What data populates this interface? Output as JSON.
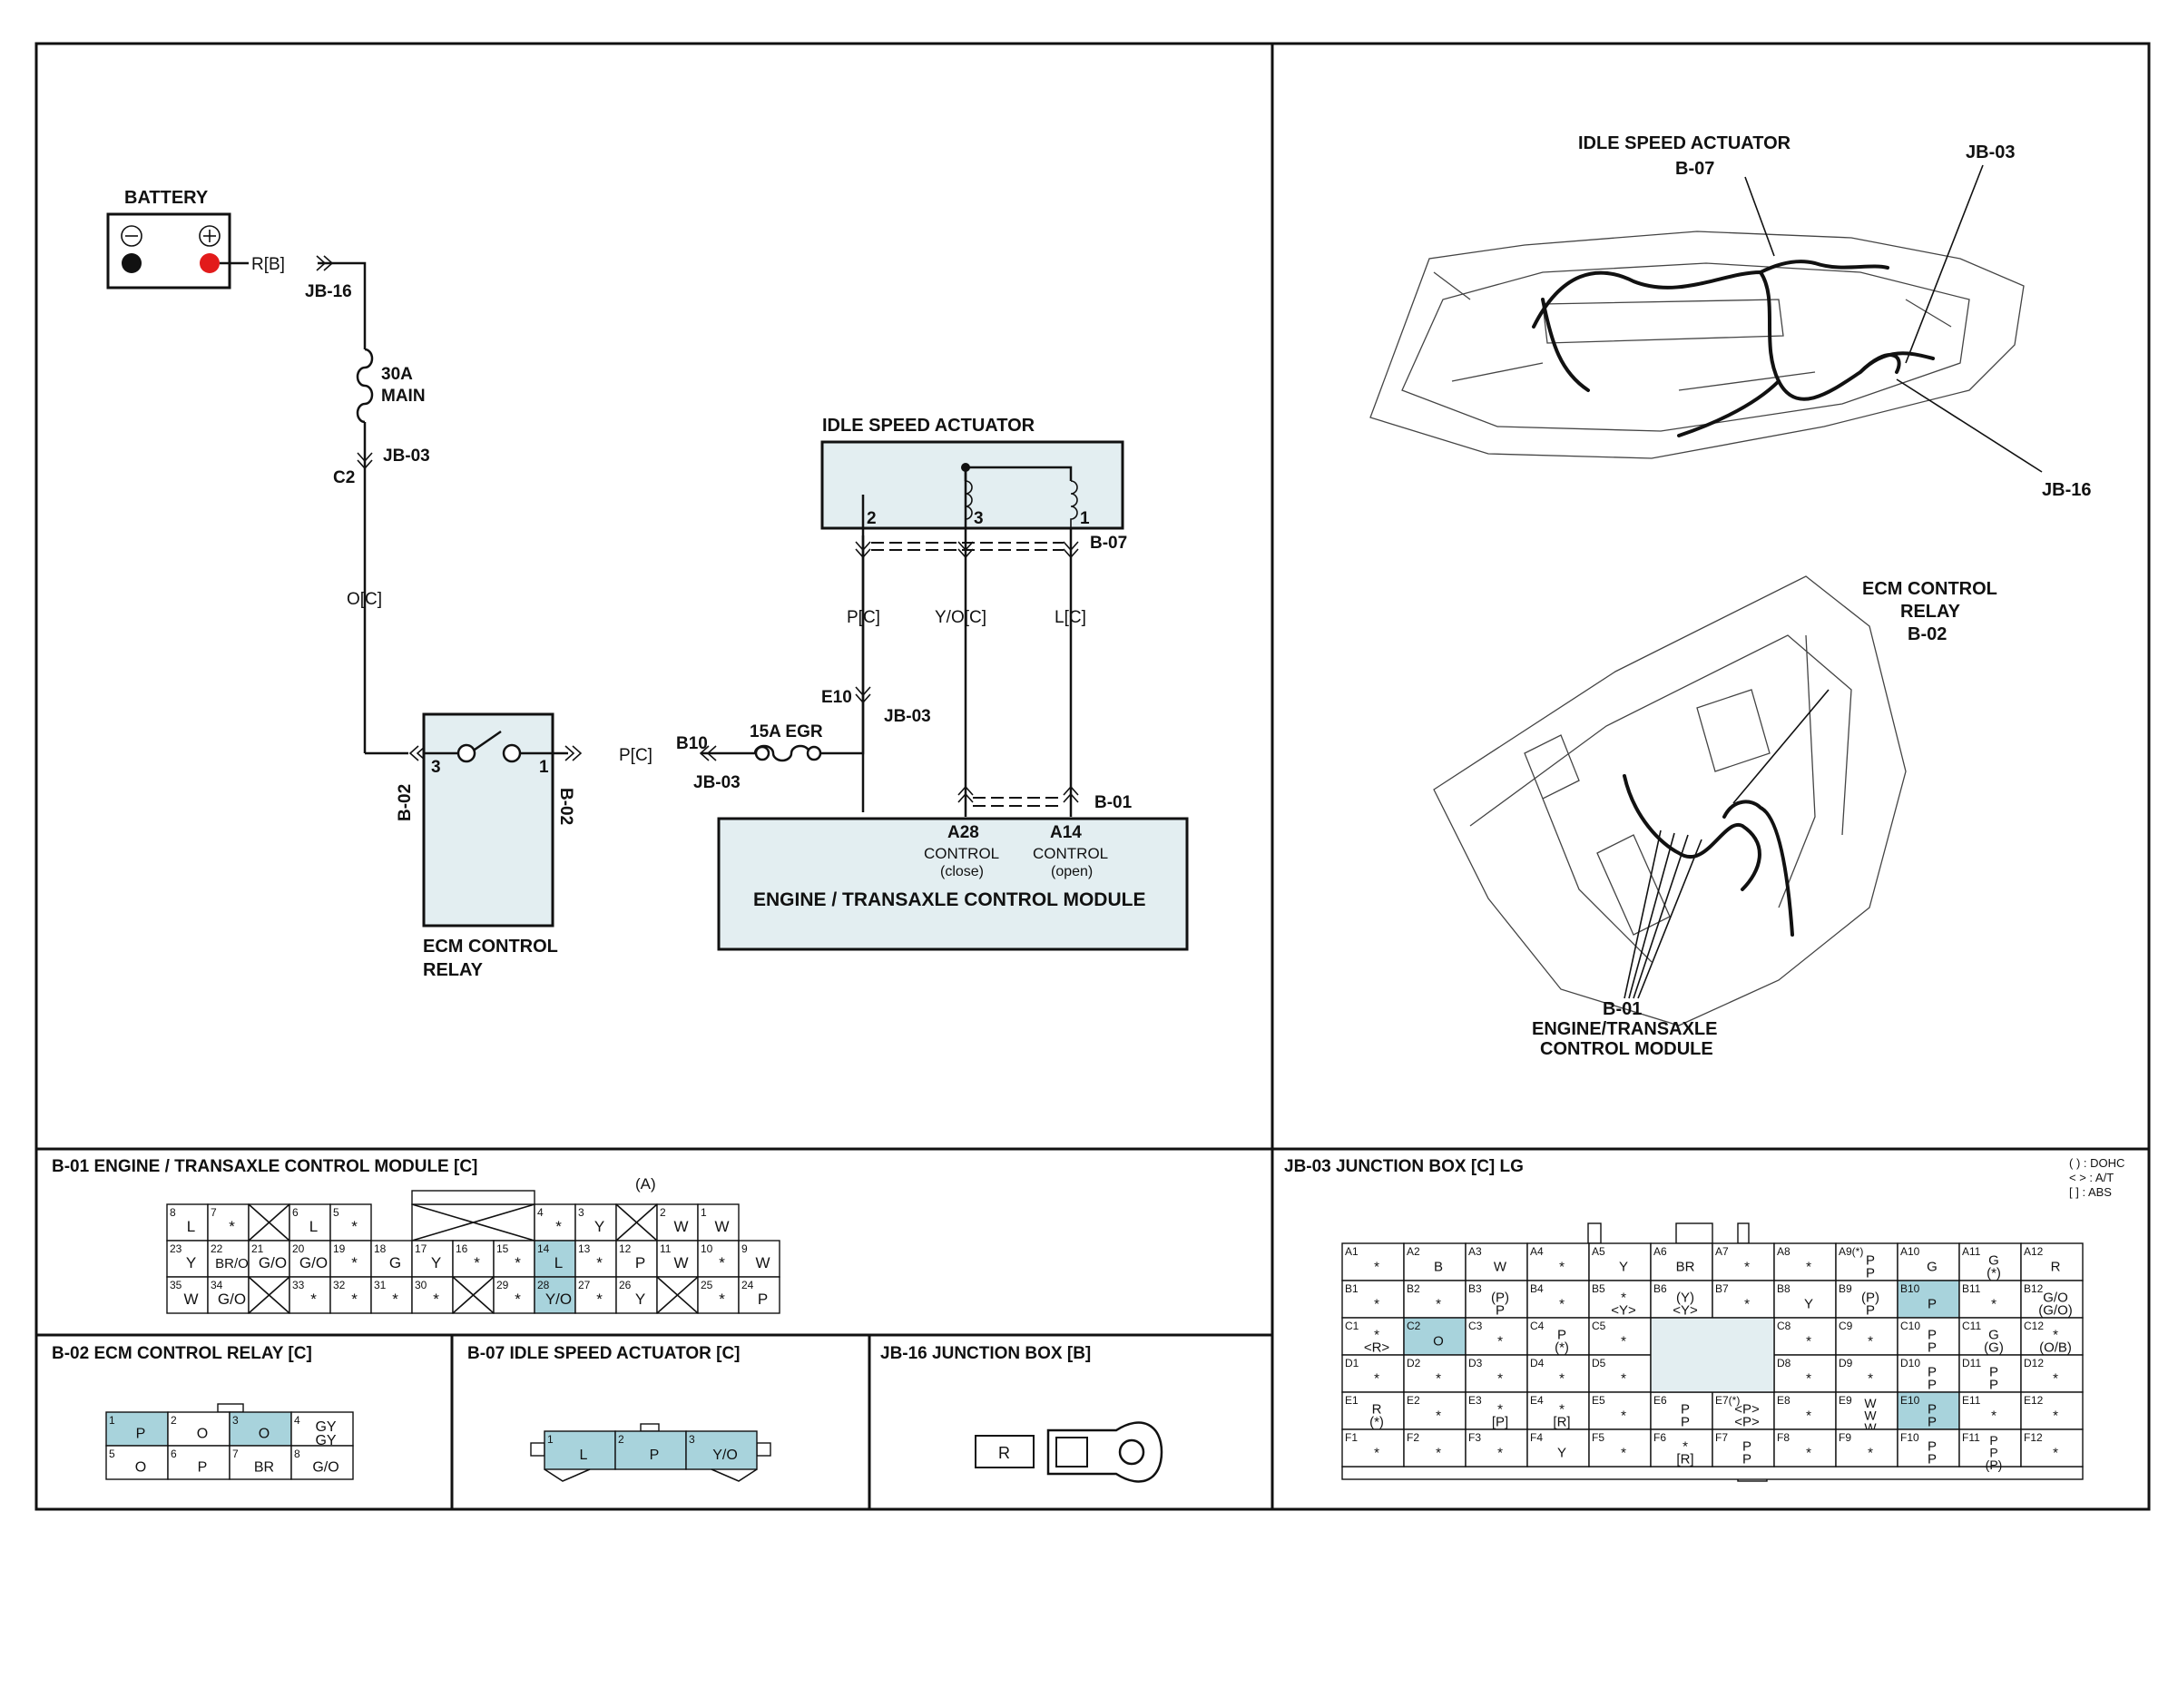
{
  "schematic": {
    "battery_label": "BATTERY",
    "battery_wire": "R[B]",
    "jb16": "JB-16",
    "fuse_main_a": "30A",
    "fuse_main_b": "MAIN",
    "jb03": "JB-03",
    "c2": "C2",
    "wire_oc": "O[C]",
    "relay_b02_left": "B-02",
    "relay_b02_right": "B-02",
    "relay_pin3": "3",
    "relay_pin1": "1",
    "relay_name_1": "ECM CONTROL",
    "relay_name_2": "RELAY",
    "wire_pc": "P[C]",
    "b10": "B10",
    "jb03_b": "JB-03",
    "fuse_egr": "15A EGR",
    "e10": "E10",
    "jb03_c": "JB-03",
    "isa_title": "IDLE SPEED ACTUATOR",
    "isa_pin2": "2",
    "isa_pin3": "3",
    "isa_pin1": "1",
    "b07": "B-07",
    "wire_p": "P[C]",
    "wire_yo": "Y/O[C]",
    "wire_l": "L[C]",
    "b01": "B-01",
    "ecm_pin_a28": "A28",
    "ecm_ctrl_a": "CONTROL",
    "ecm_close": "(close)",
    "ecm_pin_a14": "A14",
    "ecm_ctrl_b": "CONTROL",
    "ecm_open": "(open)",
    "ecm_title": "ENGINE / TRANSAXLE CONTROL MODULE"
  },
  "locations": {
    "isa_1": "IDLE SPEED ACTUATOR",
    "isa_2": "B-07",
    "jb03": "JB-03",
    "jb16": "JB-16",
    "relay_1": "ECM CONTROL",
    "relay_2": "RELAY",
    "relay_3": "B-02",
    "ecm_1": "B-01",
    "ecm_2": "ENGINE/TRANSAXLE",
    "ecm_3": "CONTROL MODULE"
  },
  "b01": {
    "title": "B-01 ENGINE / TRANSAXLE CONTROL MODULE [C]",
    "group": "(A)",
    "rows": [
      [
        [
          "8",
          "L"
        ],
        [
          "7",
          "*"
        ],
        [
          "X",
          ""
        ],
        [
          "6",
          "L"
        ],
        [
          "5",
          "*"
        ],
        [
          "",
          ""
        ],
        [
          "X",
          ""
        ],
        [
          "X",
          ""
        ],
        [
          "",
          ""
        ],
        [
          "4",
          "*"
        ],
        [
          "3",
          "Y"
        ],
        [
          "X",
          ""
        ],
        [
          "2",
          "W"
        ],
        [
          "1",
          "W"
        ]
      ],
      [
        [
          "23",
          "Y"
        ],
        [
          "22",
          "BR/O"
        ],
        [
          "21",
          "G/O"
        ],
        [
          "20",
          "G/O"
        ],
        [
          "19",
          "*"
        ],
        [
          "18",
          "G"
        ],
        [
          "17",
          "Y"
        ],
        [
          "16",
          "*"
        ],
        [
          "15",
          "*"
        ],
        [
          "14",
          "L"
        ],
        [
          "13",
          "*"
        ],
        [
          "12",
          "P"
        ],
        [
          "11",
          "W"
        ],
        [
          "10",
          "*"
        ],
        [
          "9",
          "W"
        ]
      ],
      [
        [
          "35",
          "W"
        ],
        [
          "34",
          "G/O"
        ],
        [
          "X",
          ""
        ],
        [
          "33",
          "*"
        ],
        [
          "32",
          "*"
        ],
        [
          "31",
          "*"
        ],
        [
          "30",
          "*"
        ],
        [
          "X",
          ""
        ],
        [
          "29",
          "*"
        ],
        [
          "28",
          "Y/O"
        ],
        [
          "27",
          "*"
        ],
        [
          "26",
          "Y"
        ],
        [
          "X",
          ""
        ],
        [
          "25",
          "*"
        ],
        [
          "24",
          "P"
        ]
      ]
    ]
  },
  "b02": {
    "title": "B-02 ECM CONTROL RELAY [C]",
    "pins": [
      [
        "1",
        "P"
      ],
      [
        "2",
        "O"
      ],
      [
        "3",
        "O"
      ],
      [
        "4",
        "GY GY"
      ],
      [
        "5",
        "O"
      ],
      [
        "6",
        "P"
      ],
      [
        "7",
        "BR"
      ],
      [
        "8",
        "G/O"
      ]
    ]
  },
  "b07": {
    "title": "B-07 IDLE SPEED ACTUATOR [C]",
    "pins": [
      [
        "1",
        "L"
      ],
      [
        "2",
        "P"
      ],
      [
        "3",
        "Y/O"
      ]
    ]
  },
  "jb16": {
    "title": "JB-16 JUNCTION BOX [B]",
    "terminal": "R"
  },
  "jb03": {
    "title": "JB-03 JUNCTION BOX [C] LG",
    "legend_1": "(     ) : DOHC",
    "legend_2": "<     > : A/T",
    "legend_3": "[     ] : ABS",
    "rows": [
      [
        [
          "A1",
          "*"
        ],
        [
          "A2",
          "B"
        ],
        [
          "A3",
          "W"
        ],
        [
          "A4",
          "*"
        ],
        [
          "A5",
          "Y"
        ],
        [
          "A6",
          "BR"
        ],
        [
          "A7",
          "*"
        ],
        [
          "A8",
          "*"
        ],
        [
          "A9(*)",
          "P P"
        ],
        [
          "A10",
          "G"
        ],
        [
          "A11",
          "G (*)"
        ],
        [
          "A12",
          "R"
        ]
      ],
      [
        [
          "B1",
          "*"
        ],
        [
          "B2",
          "*"
        ],
        [
          "B3",
          "(P) P"
        ],
        [
          "B4",
          "*"
        ],
        [
          "B5",
          "* <Y>"
        ],
        [
          "B6",
          "(Y) <Y>"
        ],
        [
          "B7",
          "*"
        ],
        [
          "B8",
          "Y"
        ],
        [
          "B9",
          "(P) P"
        ],
        [
          "B10",
          "P"
        ],
        [
          "B11",
          "*"
        ],
        [
          "B12",
          "G/O (G/O)"
        ]
      ],
      [
        [
          "C1",
          "* <R>"
        ],
        [
          "C2",
          "O"
        ],
        [
          "C3",
          "*"
        ],
        [
          "C4",
          "P (*)"
        ],
        [
          "C5",
          "*"
        ],
        [
          "",
          ""
        ],
        [
          "",
          ""
        ],
        [
          "C8",
          "*"
        ],
        [
          "C9",
          "*"
        ],
        [
          "C10",
          "P P"
        ],
        [
          "C11",
          "G (G)"
        ],
        [
          "C12",
          "* (O/B)"
        ]
      ],
      [
        [
          "D1",
          "*"
        ],
        [
          "D2",
          "*"
        ],
        [
          "D3",
          "*"
        ],
        [
          "D4",
          "*"
        ],
        [
          "D5",
          "*"
        ],
        [
          "",
          ""
        ],
        [
          "",
          ""
        ],
        [
          "D8",
          "*"
        ],
        [
          "D9",
          "*"
        ],
        [
          "D10",
          "P P"
        ],
        [
          "D11",
          "P P"
        ],
        [
          "D12",
          "*"
        ]
      ],
      [
        [
          "E1",
          "R (*)"
        ],
        [
          "E2",
          "*"
        ],
        [
          "E3",
          "* [P]"
        ],
        [
          "E4",
          "* [R]"
        ],
        [
          "E5",
          "*"
        ],
        [
          "E6",
          "P P"
        ],
        [
          "E7(*)",
          "<P> <P>"
        ],
        [
          "E8",
          "*"
        ],
        [
          "E9",
          "W W W"
        ],
        [
          "E10",
          "P P"
        ],
        [
          "E11",
          "*"
        ],
        [
          "E12",
          "*"
        ]
      ],
      [
        [
          "F1",
          "*"
        ],
        [
          "F2",
          "*"
        ],
        [
          "F3",
          "*"
        ],
        [
          "F4",
          "Y"
        ],
        [
          "F5",
          "*"
        ],
        [
          "F6",
          "* [R]"
        ],
        [
          "F7",
          "P P"
        ],
        [
          "F8",
          "*"
        ],
        [
          "F9",
          "*"
        ],
        [
          "F10",
          "P P"
        ],
        [
          "F11",
          "P P (P)"
        ],
        [
          "F12",
          "*"
        ]
      ]
    ]
  }
}
